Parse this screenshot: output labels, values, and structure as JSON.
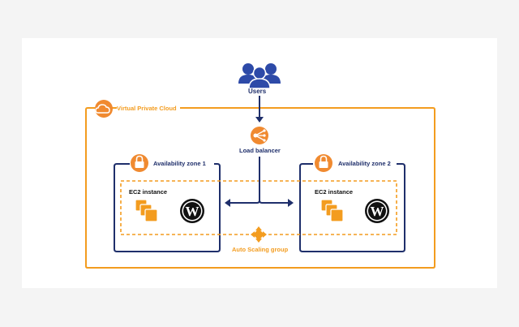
{
  "colors": {
    "navy": "#1f2f6b",
    "blue": "#2d4aa8",
    "orange": "#f39c1f",
    "orange_icon": "#f08a30",
    "background": "#f4f4f4",
    "canvas": "#ffffff"
  },
  "users": {
    "label": "Users",
    "icon": "users-icon"
  },
  "vpc": {
    "label": "Virtual Private Cloud",
    "icon": "cloud-icon"
  },
  "load_balancer": {
    "label": "Load balancer",
    "icon": "load-balancer-icon"
  },
  "zones": [
    {
      "label": "Availability zone 1",
      "icon": "lock-icon",
      "instance_label": "EC2 instance",
      "instance_icon": "ec2-instances-icon",
      "app_icon": "wordpress-icon"
    },
    {
      "label": "Availability zone 2",
      "icon": "lock-icon",
      "instance_label": "EC2 instance",
      "instance_icon": "ec2-instances-icon",
      "app_icon": "wordpress-icon"
    }
  ],
  "auto_scaling": {
    "label": "Auto Scaling group",
    "icon": "auto-scaling-icon"
  }
}
